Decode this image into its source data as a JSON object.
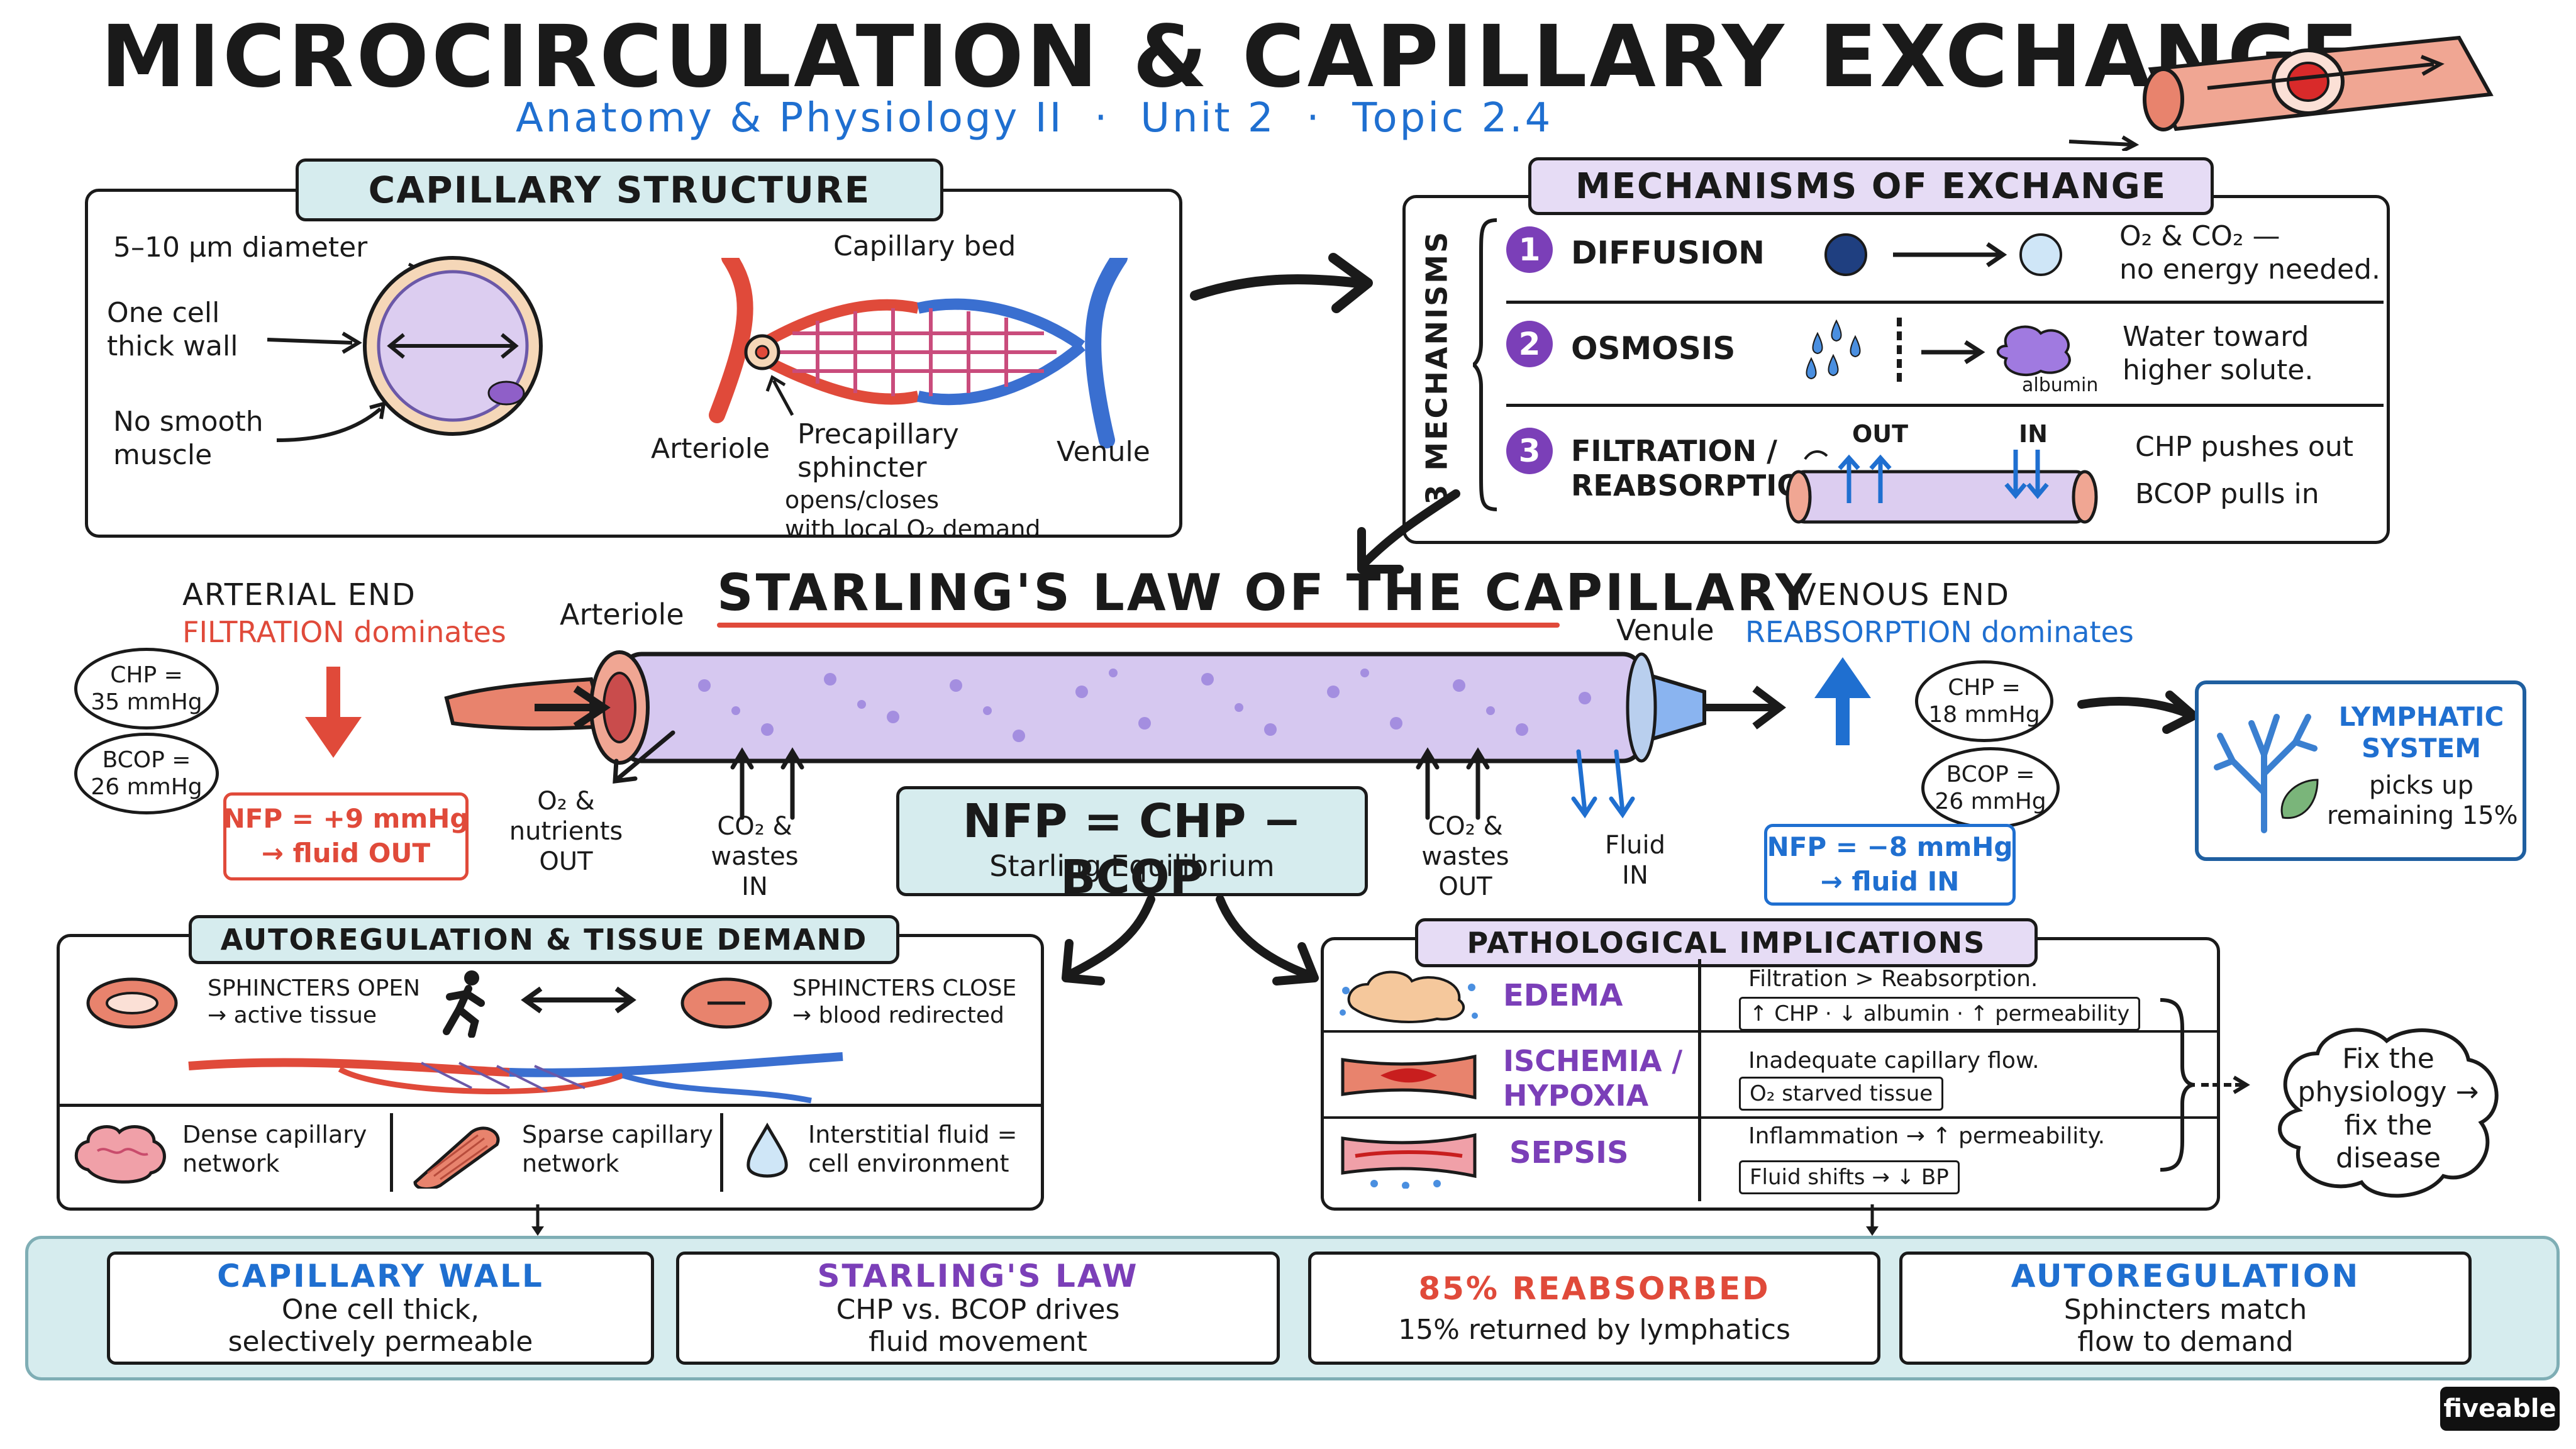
{
  "title": "MICROCIRCULATION & CAPILLARY EXCHANGE",
  "subtitle": "Anatomy & Physiology II  ·  Unit 2  ·  Topic 2.4",
  "colors": {
    "blue": "#1f6fd0",
    "red": "#e04a3a",
    "purple": "#7b3fb8",
    "teal": "#d6ecee",
    "lavender": "#e6dcf5"
  },
  "structure": {
    "title": "CAPILLARY STRUCTURE",
    "diameter": "5–10 µm diameter",
    "wall": "One cell\nthick wall",
    "muscle": "No smooth\nmuscle",
    "bed_label": "Capillary bed",
    "arteriole": "Arteriole",
    "sphincter": "Precapillary\nsphincter",
    "venule": "Venule",
    "sphincter_note": "opens/closes\nwith local O₂ demand"
  },
  "mechanisms": {
    "title": "MECHANISMS OF EXCHANGE",
    "side_label": "3 MECHANISMS",
    "items": [
      {
        "num": "1",
        "name": "DIFFUSION",
        "desc": "O₂ & CO₂ —\nno energy needed."
      },
      {
        "num": "2",
        "name": "OSMOSIS",
        "desc": "Water toward\nhigher solute.",
        "tag": "albumin"
      },
      {
        "num": "3",
        "name": "FILTRATION /\nREABSORPTION",
        "out": "OUT",
        "in": "IN",
        "desc1": "CHP pushes out",
        "desc2": "BCOP pulls in"
      }
    ]
  },
  "starling": {
    "title": "STARLING'S LAW OF THE CAPILLARY",
    "arterial_end": "ARTERIAL END",
    "filtration": "FILTRATION dominates",
    "arteriole": "Arteriole",
    "venule": "Venule",
    "venous_end": "VENOUS END",
    "reabsorption": "REABSORPTION dominates",
    "chp_art": "CHP =\n35 mmHg",
    "bcop_art": "BCOP =\n26 mmHg",
    "nfp_art": "NFP = +9 mmHg\n→ fluid OUT",
    "chp_ven": "CHP =\n18 mmHg",
    "bcop_ven": "BCOP =\n26 mmHg",
    "nfp_ven": "NFP = −8 mmHg\n→ fluid IN",
    "o2_out": "O₂ &\nnutrients\nOUT",
    "co2_in": "CO₂ &\nwastes\nIN",
    "co2_out": "CO₂ &\nwastes\nOUT",
    "fluid_in": "Fluid\nIN",
    "formula": "NFP = CHP − BCOP",
    "equilibrium": "Starling Equilibrium",
    "lymph": "LYMPHATIC\nSYSTEM",
    "lymph_desc": "picks up\nremaining 15%"
  },
  "autoreg": {
    "title": "AUTOREGULATION & TISSUE DEMAND",
    "open": "SPHINCTERS OPEN\n→ active tissue",
    "close": "SPHINCTERS CLOSE\n→ blood redirected",
    "dense": "Dense capillary\nnetwork",
    "sparse": "Sparse capillary\nnetwork",
    "interstitial": "Interstitial fluid =\ncell environment"
  },
  "patho": {
    "title": "PATHOLOGICAL IMPLICATIONS",
    "rows": [
      {
        "name": "EDEMA",
        "desc": "Filtration > Reabsorption.",
        "tag": "↑ CHP · ↓ albumin · ↑ permeability"
      },
      {
        "name": "ISCHEMIA /\nHYPOXIA",
        "desc": "Inadequate capillary flow.",
        "tag": "O₂ starved tissue"
      },
      {
        "name": "SEPSIS",
        "desc": "Inflammation → ↑ permeability.",
        "tag": "Fluid shifts → ↓ BP"
      }
    ],
    "cloud": "Fix the\nphysiology →\nfix the\ndisease"
  },
  "footer": [
    {
      "h": "CAPILLARY WALL",
      "b": "One cell thick,\nselectively permeable",
      "color": "#1f6fd0"
    },
    {
      "h": "STARLING'S LAW",
      "b": "CHP vs. BCOP drives\nfluid movement",
      "color": "#7b3fb8"
    },
    {
      "h": "85% REABSORBED",
      "b": "15% returned by lymphatics",
      "color": "#e04a3a"
    },
    {
      "h": "AUTOREGULATION",
      "b": "Sphincters match\nflow to demand",
      "color": "#1f6fd0"
    }
  ],
  "brand": "fiveable"
}
